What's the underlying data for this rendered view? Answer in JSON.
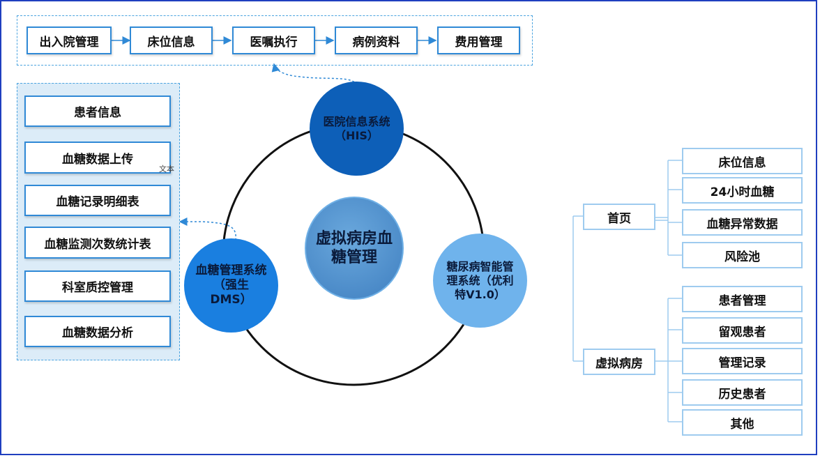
{
  "top_flow": [
    "出入院管理",
    "床位信息",
    "医嘱执行",
    "病例资料",
    "费用管理"
  ],
  "left_list": [
    "患者信息",
    "血糖数据上传",
    "血糖记录明细表",
    "血糖监测次数统计表",
    "科室质控管理",
    "血糖数据分析"
  ],
  "stray_label": "文本",
  "center": {
    "line1": "虚拟病房血",
    "line2": "糖管理"
  },
  "his": {
    "line1": "医院信息系统",
    "line2": "（HIS）"
  },
  "dms": {
    "line1": "血糖管理系统",
    "line2": "（强生",
    "line3": "DMS）"
  },
  "diabetes": {
    "line1": "糖尿病智能管",
    "line2": "理系统（优利",
    "line3": "特V1.0）"
  },
  "right_tree": {
    "home": {
      "label": "首页",
      "children": [
        "床位信息",
        "24小时血糖",
        "血糖异常数据",
        "风险池"
      ]
    },
    "ward": {
      "label": "虚拟病房",
      "children": [
        "患者管理",
        "留观患者",
        "管理记录",
        "历史患者",
        "其他"
      ]
    }
  },
  "colors": {
    "frame": "#1f3fbf",
    "box_border": "#2f89d6",
    "his": "#0d5fb8",
    "dms": "#1a7fe0",
    "diabetes": "#6fb3ec",
    "center": "#4f8ec9"
  }
}
